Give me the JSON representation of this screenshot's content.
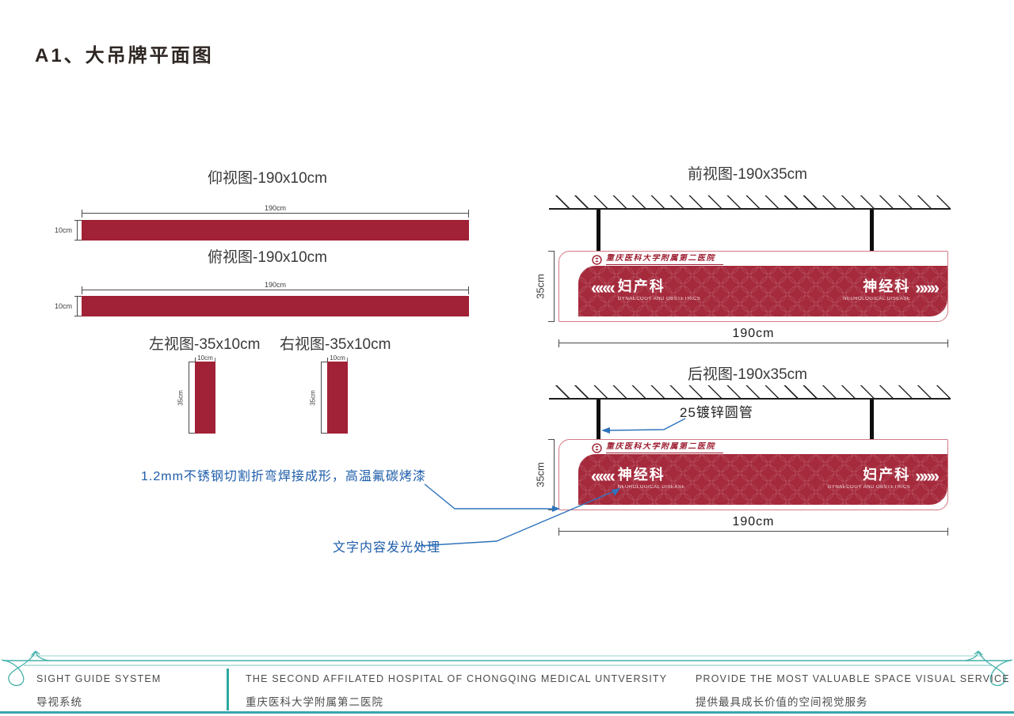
{
  "page": {
    "title": "A1、大吊牌平面图"
  },
  "views": {
    "bottom": {
      "title": "仰视图-190x10cm",
      "dim_w": "190cm",
      "dim_h": "10cm"
    },
    "top": {
      "title": "俯视图-190x10cm",
      "dim_w": "190cm",
      "dim_h": "10cm"
    },
    "left": {
      "title": "左视图-35x10cm",
      "dim_w": "10cm",
      "dim_h": "35cm"
    },
    "right": {
      "title": "右视图-35x10cm",
      "dim_w": "10cm",
      "dim_h": "35cm"
    },
    "front": {
      "title": "前视图-190x35cm",
      "dim_w": "190cm",
      "dim_h": "35cm",
      "sign": {
        "hospital_name": "重庆医科大学附属第二医院",
        "left_chevrons": "«««",
        "left_name": "妇产科",
        "left_en": "GYNAECOGY AND OBSTETRICS",
        "right_name": "神经科",
        "right_en": "NEUROLOGICAL DISEASE",
        "right_chevrons": "»»»"
      }
    },
    "back": {
      "title": "后视图-190x35cm",
      "dim_w": "190cm",
      "dim_h": "35cm",
      "sign": {
        "hospital_name": "重庆医科大学附属第二医院",
        "left_chevrons": "«««",
        "left_name": "神经科",
        "left_en": "NEUROLOGICAL DISEASE",
        "right_name": "妇产科",
        "right_en": "GYNAECOGY AND OBSTETRICS",
        "right_chevrons": "»»»"
      }
    }
  },
  "annotations": {
    "pipe": "25镀锌圆管",
    "steel": "1.2mm不锈钢切割折弯焊接成形，高温氟碳烤漆",
    "glow": "文字内容发光处理"
  },
  "footer": {
    "left_en": "SIGHT GUIDE SYSTEM",
    "left_cn": "导视系统",
    "mid_en": "THE SECOND AFFILATED HOSPITAL OF CHONGQING MEDICAL UNTVERSITY",
    "mid_cn": "重庆医科大学附属第二医院",
    "right_en": "PROVIDE THE MOST VALUABLE SPACE VISUAL SERVICE",
    "right_cn": "提供最具成长价值的空间视觉服务"
  },
  "colors": {
    "bar_red": "#A12136",
    "panel_red": "#A52A3C",
    "frame_pink": "#D47984",
    "annotation_blue": "#1D5CA9",
    "teal": "#45B1AA"
  }
}
